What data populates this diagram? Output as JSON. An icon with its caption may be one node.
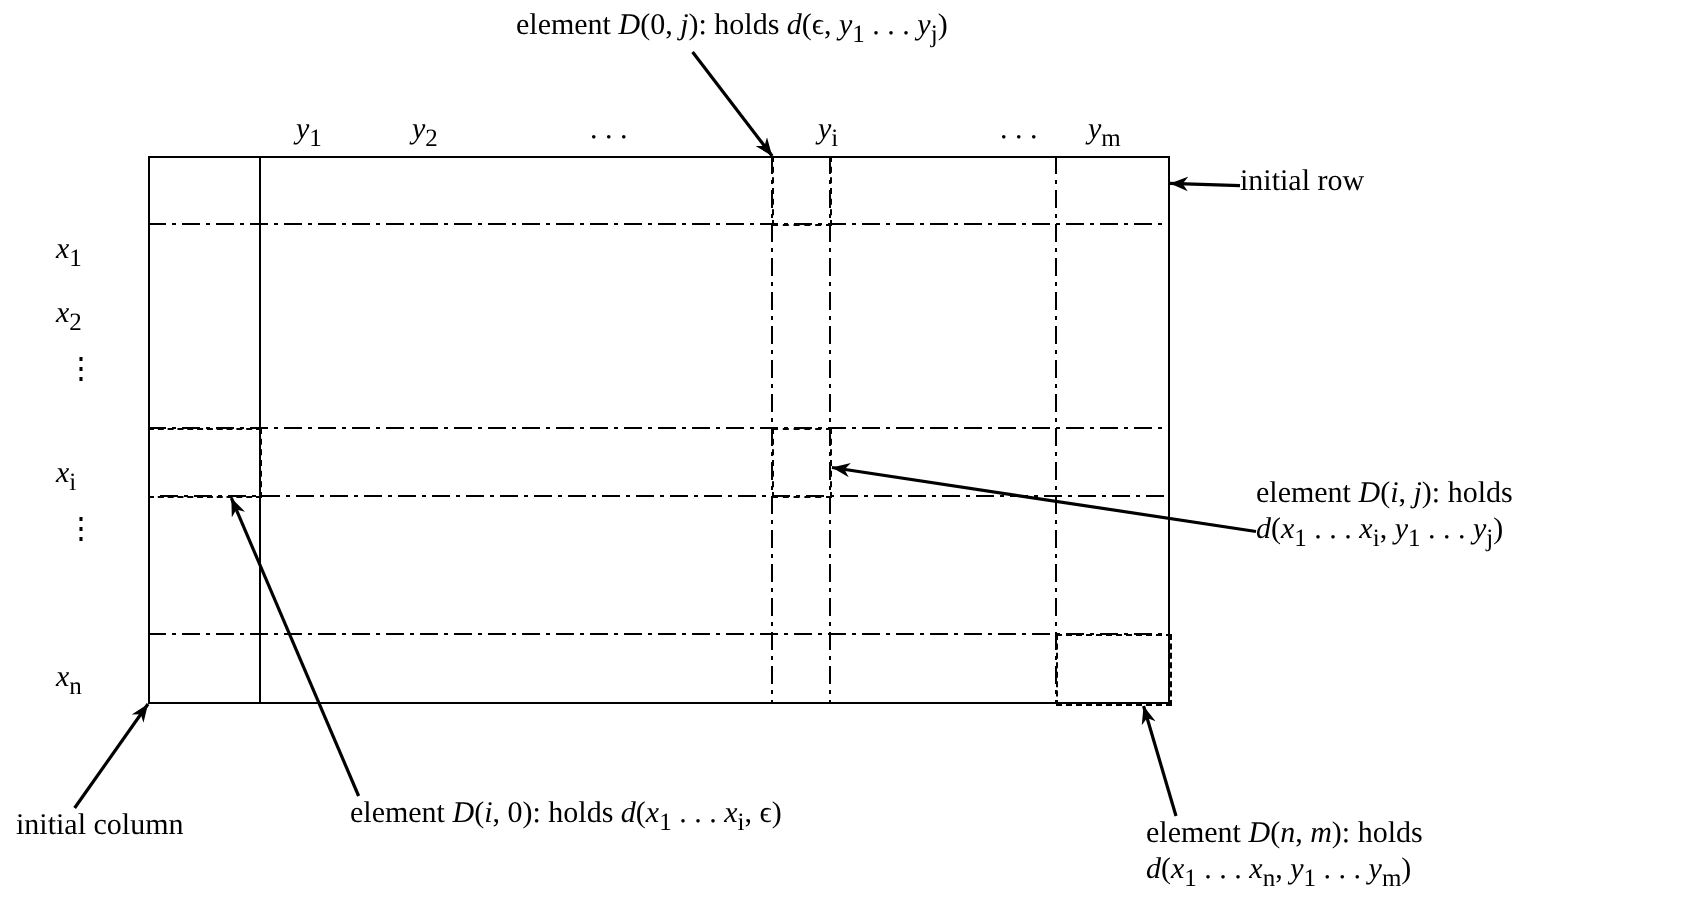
{
  "diagram": {
    "nodes": [
      {
        "text": [],
        "shape": "box"
      },
      {
        "text": [],
        "shape": "box",
        "in": 0
      },
      {
        "text": [],
        "shape": "box",
        "in": 0
      },
      {
        "text": [],
        "shape": "box",
        "in": 0
      },
      {
        "text": [],
        "shape": "box",
        "in": 0
      },
      {
        "text": [
          "element *D*(0, *j*): holds *d*(ϵ, *y*$_{1}$ . . . *y*$_{j}$)"
        ]
      },
      {
        "text": [
          "initial row"
        ]
      },
      {
        "text": [
          "element *D*(*i*, *j*): holds *d*(*x*$_{1}$ . . . *x*$_{i}$, *y*$_{1}$ . . . *y*$_{j}$)"
        ]
      },
      {
        "text": [
          "initial column"
        ]
      },
      {
        "text": [
          "element *D*(*i*, 0): holds *d*(*x*$_{1}$ . . . *x*$_{i}$, ϵ)"
        ]
      },
      {
        "text": [
          "element *D*(*n*, *m*): holds *d*(*x*$_{1}$ . . . *x*$_{n}$, *y*$_{1}$ . . . *y*$_{m}$)"
        ]
      }
    ],
    "edges": [
      {
        "from": 5,
        "to": 1,
        "arrow": "to"
      },
      {
        "from": 6,
        "to": 0,
        "arrow": "to"
      },
      {
        "from": 7,
        "to": 2,
        "arrow": "to"
      },
      {
        "from": 8,
        "to": 0,
        "arrow": "to"
      },
      {
        "from": 9,
        "to": 3,
        "arrow": "to"
      },
      {
        "from": 10,
        "to": 4,
        "arrow": "to"
      }
    ],
    "labels": [
      "*y*$_{1}$",
      "*y*$_{2}$",
      ". . .",
      "*y*$_{i}$",
      ". . .",
      "*y*$_{m}$",
      "*x*$_{1}$",
      "*x*$_{2}$",
      "⋮",
      "*x*$_{i}$",
      "⋮",
      "*x*$_{n}$"
    ]
  }
}
